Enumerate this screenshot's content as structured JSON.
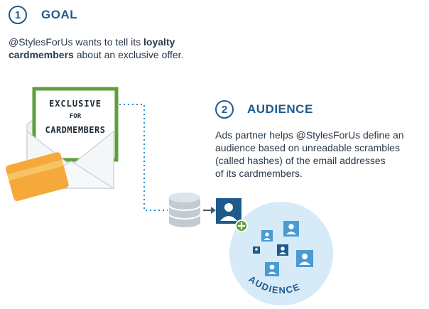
{
  "goal": {
    "number": "1",
    "title": "GOAL",
    "text_prefix": "@StylesForUs wants to tell its ",
    "text_bold_1": "loyalty",
    "text_bold_2": "cardmembers",
    "text_suffix": " about an exclusive offer."
  },
  "card": {
    "line1": "EXCLUSIVE",
    "line2": "FOR",
    "line3": "CARDMEMBERS"
  },
  "audience_step": {
    "number": "2",
    "title": "AUDIENCE",
    "lines": [
      "Ads partner helps @StylesForUs define an",
      "audience based on unreadable scrambles",
      "(called hashes) of the email addresses",
      "of its cardmembers."
    ]
  },
  "audience_label": "AUDIENCE",
  "icons": {
    "database": "database-icon",
    "arrow": "arrow-right-icon",
    "user": "user-icon",
    "plus": "plus-icon",
    "envelope": "envelope-icon",
    "credit_card": "credit-card-icon"
  },
  "colors": {
    "primary_blue": "#1f5a8c",
    "green": "#5e9f3a",
    "light_blue": "#d6eaf8",
    "card_orange": "#f4a93a",
    "dotted_blue": "#2a8ec9"
  }
}
